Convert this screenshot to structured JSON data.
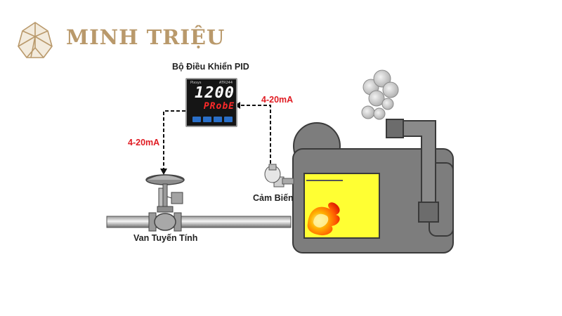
{
  "brand": {
    "name": "MINH TRIỆU",
    "logo_icon": "crystal-logo-icon",
    "color": "#b9996b"
  },
  "controller": {
    "title": "Bộ Điều Khiển PID",
    "maker": "Pixsys",
    "model": "ATR244",
    "pv_display": "1200",
    "sv_display": "PRobE",
    "display_color_pv": "#ffffff",
    "display_color_sv": "#ff2a2a",
    "button_color": "#2a6fc9"
  },
  "signals": {
    "input": "4-20mA",
    "output": "4-20mA",
    "color": "#e01b22"
  },
  "components": {
    "valve_label": "Van Tuyến Tính",
    "sensor_label": "Cảm Biến"
  },
  "colors": {
    "furnace_body": "#808080",
    "furnace_window": "#ffff33",
    "flame": "#ff6a00"
  }
}
